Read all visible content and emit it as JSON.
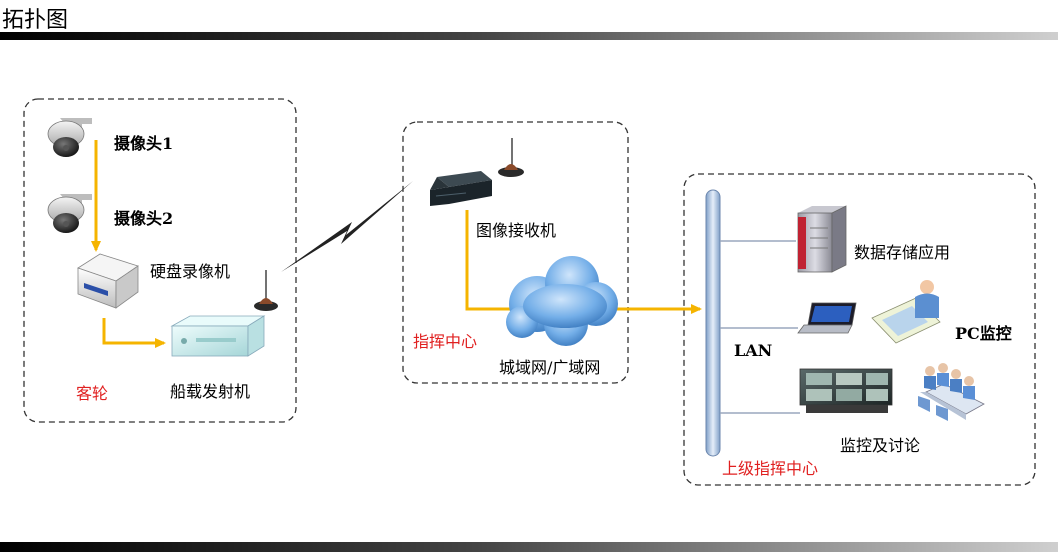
{
  "page": {
    "title": "拓扑图"
  },
  "ship": {
    "camera1_label": "摄像头1",
    "camera2_label": "摄像头2",
    "dvr_label": "硬盘录像机",
    "transmitter_label": "船载发射机",
    "zone_label": "客轮"
  },
  "command": {
    "receiver_label": "图像接收机",
    "zone_label": "指挥中心",
    "network_label": "城域网/广域网"
  },
  "upper": {
    "lan_label": "LAN",
    "storage_label": "数据存储应用",
    "pc_label": "PC监控",
    "meeting_label": "监控及讨论",
    "zone_label": "上级指挥中心"
  },
  "colors": {
    "link": "#f5b400",
    "alert_text": "#e02020",
    "lan_bus": "#b9cde6",
    "cloud": "#4f93d8"
  }
}
